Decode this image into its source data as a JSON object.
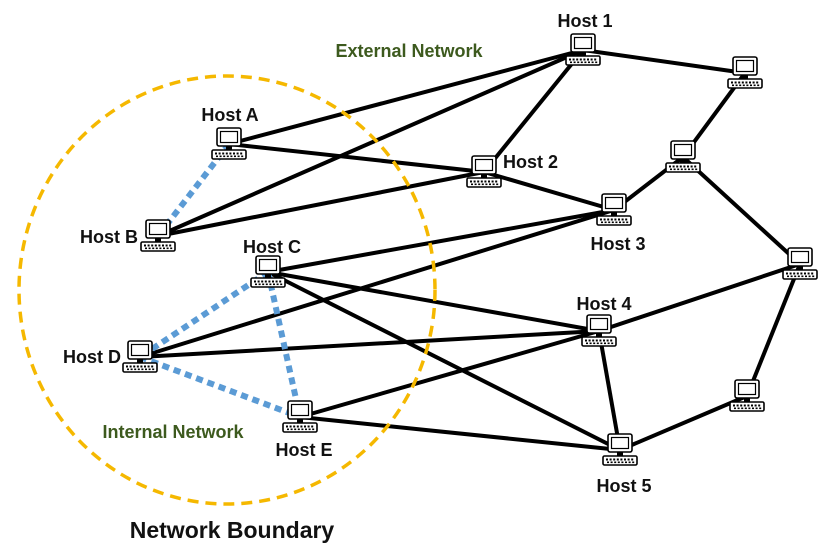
{
  "colors": {
    "boundary": "#f5b800",
    "internal_link": "#5b9bd5",
    "external_link": "#000000",
    "region_label": "#3d5a1e"
  },
  "labels": {
    "external_network": "External Network",
    "internal_network": "Internal Network",
    "network_boundary": "Network Boundary"
  },
  "hosts": {
    "h1": "Host 1",
    "h2": "Host 2",
    "h3": "Host 3",
    "h4": "Host 4",
    "h5": "Host 5",
    "A": "Host A",
    "B": "Host B",
    "C": "Host C",
    "D": "Host D",
    "E": "Host E"
  },
  "nodes": [
    "h1",
    "h2",
    "h3",
    "h4",
    "h5",
    "A",
    "B",
    "C",
    "D",
    "E",
    "u1",
    "u2",
    "u3",
    "u4"
  ],
  "links": [
    [
      "A",
      "h1"
    ],
    [
      "A",
      "h2"
    ],
    [
      "B",
      "h1"
    ],
    [
      "B",
      "h2"
    ],
    [
      "h1",
      "h2"
    ],
    [
      "h1",
      "u1"
    ],
    [
      "u1",
      "u2"
    ],
    [
      "u2",
      "h3"
    ],
    [
      "u2",
      "u3"
    ],
    [
      "h2",
      "h3"
    ],
    [
      "C",
      "h3"
    ],
    [
      "D",
      "h3"
    ],
    [
      "C",
      "h4"
    ],
    [
      "C",
      "h5"
    ],
    [
      "D",
      "h4"
    ],
    [
      "E",
      "h4"
    ],
    [
      "E",
      "h5"
    ],
    [
      "h4",
      "h5"
    ],
    [
      "h4",
      "u3"
    ],
    [
      "u3",
      "u4"
    ],
    [
      "u4",
      "h5"
    ]
  ],
  "internal_links": [
    [
      "A",
      "B"
    ],
    [
      "C",
      "D"
    ],
    [
      "C",
      "E"
    ],
    [
      "D",
      "E"
    ]
  ]
}
